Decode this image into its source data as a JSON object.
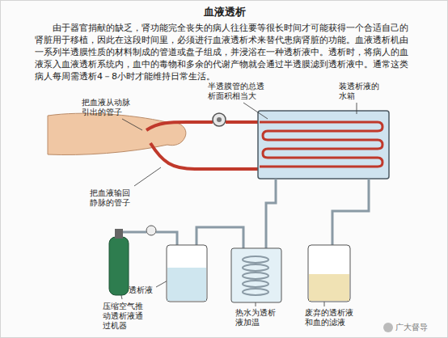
{
  "diagram": {
    "title": "血液透析",
    "labels": [
      "由于器官捐献的缺乏，肾功能完全丧失的病人往往要等很长时间才可能获得一个合适自己的肾脏用于移植，因此在这段时间里，必须进行血液透析术来替代患病肾脏的功能。血液透析机由一系列半透膜性质的材料制成的管道或盘子组成，并浸浴在一种透析液中。透析时，将病人的血液泵入血液透析系统内，血中的毒物和多余的代谢产物就会通过半透膜滤到透析液中。通常这类病人每周需透析4－8小时才能维持日常生活。",
      "把血液从动脉引出的管子",
      "半透膜管的总透析面积相当大",
      "装透析液的水箱",
      "把血液输回静脉的管子",
      "透析液",
      "压缩空气推动透析液通过机器",
      "热水为透析液加温",
      "废弃的透析液和血的滤液",
      "广大督导"
    ]
  }
}
